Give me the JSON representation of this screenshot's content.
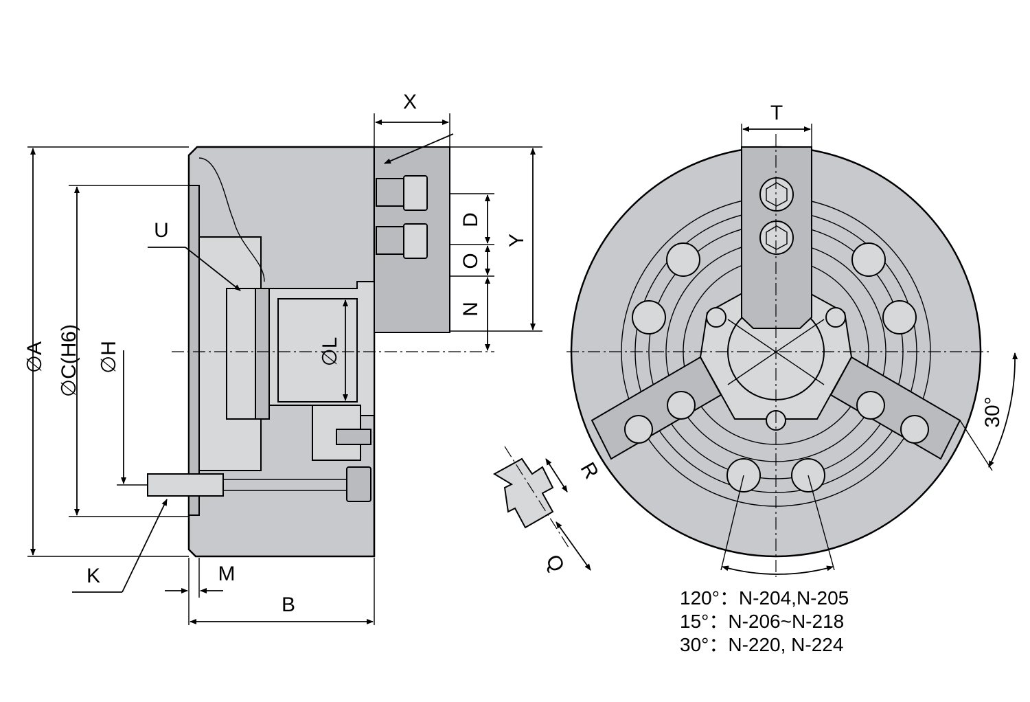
{
  "labels": {
    "X": "X",
    "T": "T",
    "U": "U",
    "D": "D",
    "Y": "Y",
    "O": "O",
    "N": "N",
    "phiA": "∅A",
    "phiC": "∅C(H6)",
    "phiH": "∅H",
    "phiL": "∅L",
    "K": "K",
    "M": "M",
    "B": "B",
    "R": "R",
    "Q": "Q",
    "angle30": "30°"
  },
  "notes": [
    "120°：N-204,N-205",
    "15°：N-206~N-218",
    "30°：N-220, N-224"
  ]
}
